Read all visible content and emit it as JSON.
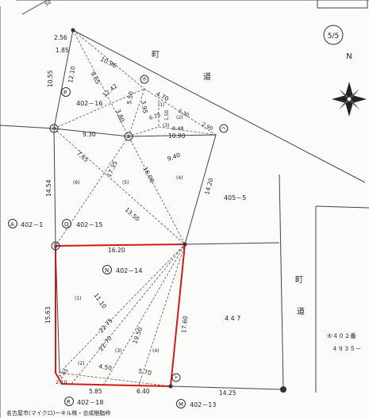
{
  "page": {
    "number": "5/5"
  },
  "roads": {
    "top": "町 道",
    "right": "町 道",
    "top_chars": [
      "町",
      "道"
    ],
    "right_chars": [
      "町",
      "道"
    ]
  },
  "north_label": "N",
  "parcels": [
    {
      "id": "P",
      "label": "402－16"
    },
    {
      "id": "O",
      "label": "402－15"
    },
    {
      "id": "N",
      "label": "402－14"
    },
    {
      "id": "A",
      "label": "402－1"
    },
    {
      "id": "R",
      "label": "402－18"
    },
    {
      "id": "M",
      "label": "402－13"
    },
    {
      "id": "",
      "label": "405－5"
    },
    {
      "id": "",
      "label": "4 4 7"
    }
  ],
  "point_labels": [
    "ロ",
    "ハ",
    "ニ",
    "ホ",
    "ヘ",
    "ト",
    "チ"
  ],
  "sub_parcels": [
    "(1)",
    "(2)",
    "(3)",
    "(4)",
    "(5)",
    "(6)"
  ],
  "distances": [
    "2.56",
    "1.85",
    "10.55",
    "12.10",
    "10.96",
    "9.65",
    "12.42",
    "3.80",
    "5.50",
    "3.95",
    "4.70",
    "6.25",
    "3.30",
    "1.50",
    "8.48",
    "2.90",
    "9.30",
    "10.90",
    "7.65",
    "17.35",
    "16.08",
    "9.40",
    "14.20",
    "14.54",
    "13.50",
    "16.20",
    "11.10",
    "15.63",
    "22.75",
    "22.70",
    "19.50",
    "17.60",
    "4.50",
    "5.70",
    "2.65",
    "2.10",
    "5.85",
    "6.40",
    "14.25",
    "50"
  ],
  "side_note": {
    "line1": "④４０２番",
    "line2": "４９３５－"
  },
  "footer": "名古屋市(マイクロ)ーキル株・合成樹脂枠"
}
